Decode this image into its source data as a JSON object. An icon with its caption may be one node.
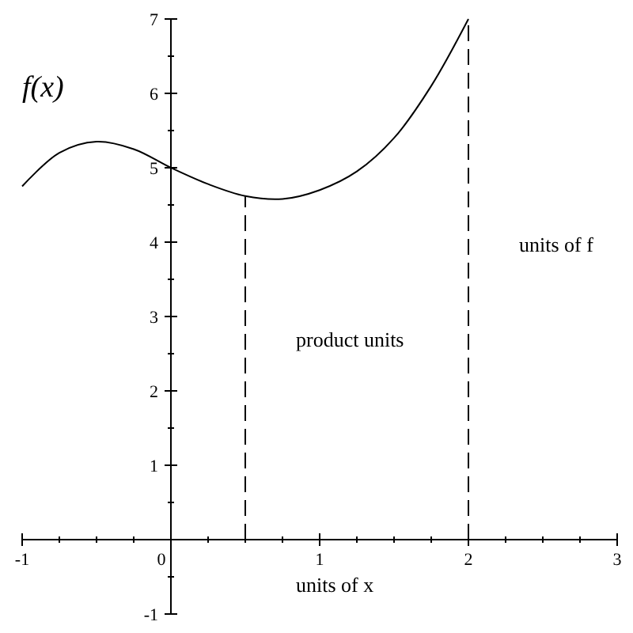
{
  "diagram": {
    "labels": [
      "f(x)",
      "units of f",
      "product units",
      "units of x"
    ],
    "chart_data": {
      "type": "line",
      "x": [
        -1,
        -0.75,
        -0.5,
        -0.25,
        0,
        0.25,
        0.5,
        0.75,
        1,
        1.25,
        1.5,
        1.75,
        2
      ],
      "series": [
        {
          "color": "#000000",
          "values": [
            4.75,
            5.2,
            5.35,
            5.25,
            5.0,
            4.78,
            4.62,
            4.58,
            4.7,
            4.95,
            5.4,
            6.1,
            7.0
          ]
        }
      ],
      "xlim": [
        -1,
        3
      ],
      "ylim": [
        -1,
        7
      ],
      "xticks": [
        -1,
        0,
        1,
        2,
        3
      ],
      "yticks": [
        -1,
        1,
        2,
        3,
        4,
        5,
        6,
        7
      ],
      "ref_lines": [
        {
          "axis": "x",
          "value": 0.5
        },
        {
          "axis": "x",
          "value": 2
        }
      ]
    }
  }
}
